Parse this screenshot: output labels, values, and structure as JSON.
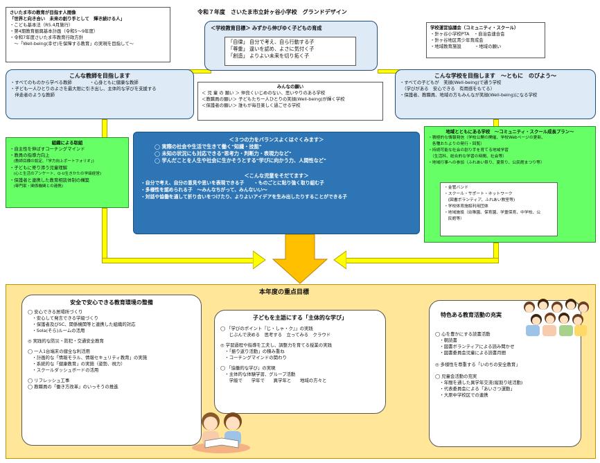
{
  "header": {
    "title": "令和７年度　さいたま市立針ヶ谷小学校　グランドデザイン"
  },
  "city_box": {
    "title": "さいたま市の教育が目指す人間像",
    "subtitle": "「世界と向き合い　未来の創り手として　輝き続ける人」",
    "items": [
      "・こども基本法（R5.4月施行）",
      "・第4期教育振興基本計画（令和5～9年度）",
      "・令和7年度さいたま市教育行政方針",
      "　～「Well-being(幸せ)を保障する教育」の実現を目指して～"
    ]
  },
  "school_goal": {
    "label": "＜学校教育目標＞",
    "text": "みずから伸びゆく子どもの育成",
    "items": [
      "「自律」 自分で考え、自ら行動する子",
      "「尊重」 違いを認め、よさに気付く子",
      "「創造」 よりよい未来を切り拓く子"
    ]
  },
  "council_box": {
    "title": "学校運営協議会（コミュニティ・スクール）",
    "items": [
      "・針ヶ谷小学校PTA　・自治会連合会",
      "・針ヶ谷地区青少年育成会",
      "・地域教育施設　　　・地域の願い"
    ]
  },
  "teacher_box": {
    "title": "こんな教師を目指します",
    "items": [
      "・すべてのものから学べる教師　　　　・心身ともに健康な教師",
      "・子ども一人ひとりのよさを最大限に引き出し、主体的な学びを支援する",
      "　伴走者のような教師"
    ]
  },
  "wishes_box": {
    "title": "みんなの願い",
    "items": [
      "＜ 児 童 の 願い ＞ 仲良くいじめのない、思いやりのある学校",
      "＜教職員の願い＞ 子どもたち一人ひとりの笑顔(Well-being)が輝く学校",
      "＜保護者の願い＞ 誰もが毎日楽しく過ごせる学校"
    ]
  },
  "school_box": {
    "title": "こんな学校を目指します　～ともに　のびよう～",
    "items": [
      "・すべての子どもが　笑顔(Well-being)で通う学校",
      "　（学びがある　安心できる　有用感をもてる）",
      "・保護者、教職員、地域の方もみんなが笑顔(Well-being)になる学校"
    ]
  },
  "org_box": {
    "title": "組織による取組",
    "items": [
      "・自主性を伸ばすコーチングマインド",
      "・教員の指導力向上",
      "　(教師目標の設定、「学力向上ポートフォリオ」)",
      "・子どもに寄り添う児童理解",
      "　(心と生活のアンケート、Q-U生きかたの学級経営)",
      "・保護者と連携した教育相談体制の構築",
      "　(専門家・関係機関との連携)"
    ]
  },
  "center_box": {
    "title1": "＜３つの力をバランスよくはぐくみます＞",
    "powers": [
      "実際の社会や生活で生きて働く\"知識・技能\"",
      "未知の状況にも対応できる\"思考力・判断力・表現力など\"",
      "学んだことを人生や社会に生かそうとする\"学びに向かう力、人間性など\""
    ],
    "title2": "＜こんな児童をそだてます＞",
    "children": [
      "・自分で考え、自分の意見や思いを表現できる子　　・ものごとに粘り強く取り組む子",
      "・多様性を認められる子　～みんなちがって、みんないい～",
      "・対話や協働を通して折り合いをつけたり、よりよいアイデアを生み出したりすることができる子"
    ]
  },
  "community_box": {
    "title": "地域とともにある学校　～コミュニティ・スクール成長プラン～",
    "items": [
      "・積極的な情報発信（学校公開の開催、学校Webページの更新、",
      "　各種おたよりの発行・回覧）",
      "・持続可能な社会の創り手を育てる地域学習",
      "　（生活科、総合的な学習の時間、社会等）",
      "・地域行事への参加（ふれあい祭り、夏祭り、公民館まつり等）"
    ],
    "inner": [
      "・金管バンド",
      "・スクール・サポート・ネットワーク",
      "　(図書ボランティア、ふれあい教室等)",
      "・学校体育施設利用団体",
      "・地域施設（幼稚園、保育園、学童保育、中学校、公",
      "　民館等）"
    ]
  },
  "goals": {
    "title": "本年度の重点目標",
    "col1": {
      "title": "安全で安心できる教育環境の整備",
      "items": [
        "◯ 安心できる居場所づくり",
        "　・安心して発言できる学級づくり",
        "　・保護者及びSC、関係機関等と連携した組織的対応",
        "　・Sola(そら)ルームの活用",
        "◎ 実践的な防災・防犯・交通安全教育",
        "◯ 一人1台端末の健全な利活用",
        "　・計画的な「情報モラル、情報セキュリティ教育」の実施",
        "　・系統的な「健康教育」の実施（姿勢、視力）",
        "　・スクールダッシュボードの活用",
        "◯ リフレッシュ工事",
        "◯ 教職員の「働き方改革」のいっそうの推進"
      ]
    },
    "col2": {
      "title": "子どもを主語にする「主体的な学び」",
      "items": [
        "◯ 「学びのポイント『じ・しゃ・ク』」の実践",
        "　　じぶんで決める　思考する　立ってみる　クラウド",
        "◎ 学習過程や指導を工夫し、調整力を育てる授業の実践",
        "　・「振り返り活動」の積み重ね",
        "　・コーチングマインドの関わり",
        "◯ 「協働的な学び」の実現",
        "　・主体的な体験学習、グループ活動",
        "　　学級で　　学年で　　異学年と　　地域の方々と"
      ]
    },
    "col3": {
      "title": "特色ある教育活動の充実",
      "items": [
        "◯ 心を豊かにする読書活動",
        "　・朝読書",
        "　・図書ボランティアによる読み聞かせ",
        "　・図書委員会児童による読書月間",
        "◎ 多様性を尊重する「いのちの安全教育」",
        "◯ 児童会活動の充実",
        "　・年間を通した異学年交流(縦割り班活動)",
        "　・代表委員会による「あいさつ運動」",
        "　・大原中学校区での連携"
      ]
    }
  }
}
